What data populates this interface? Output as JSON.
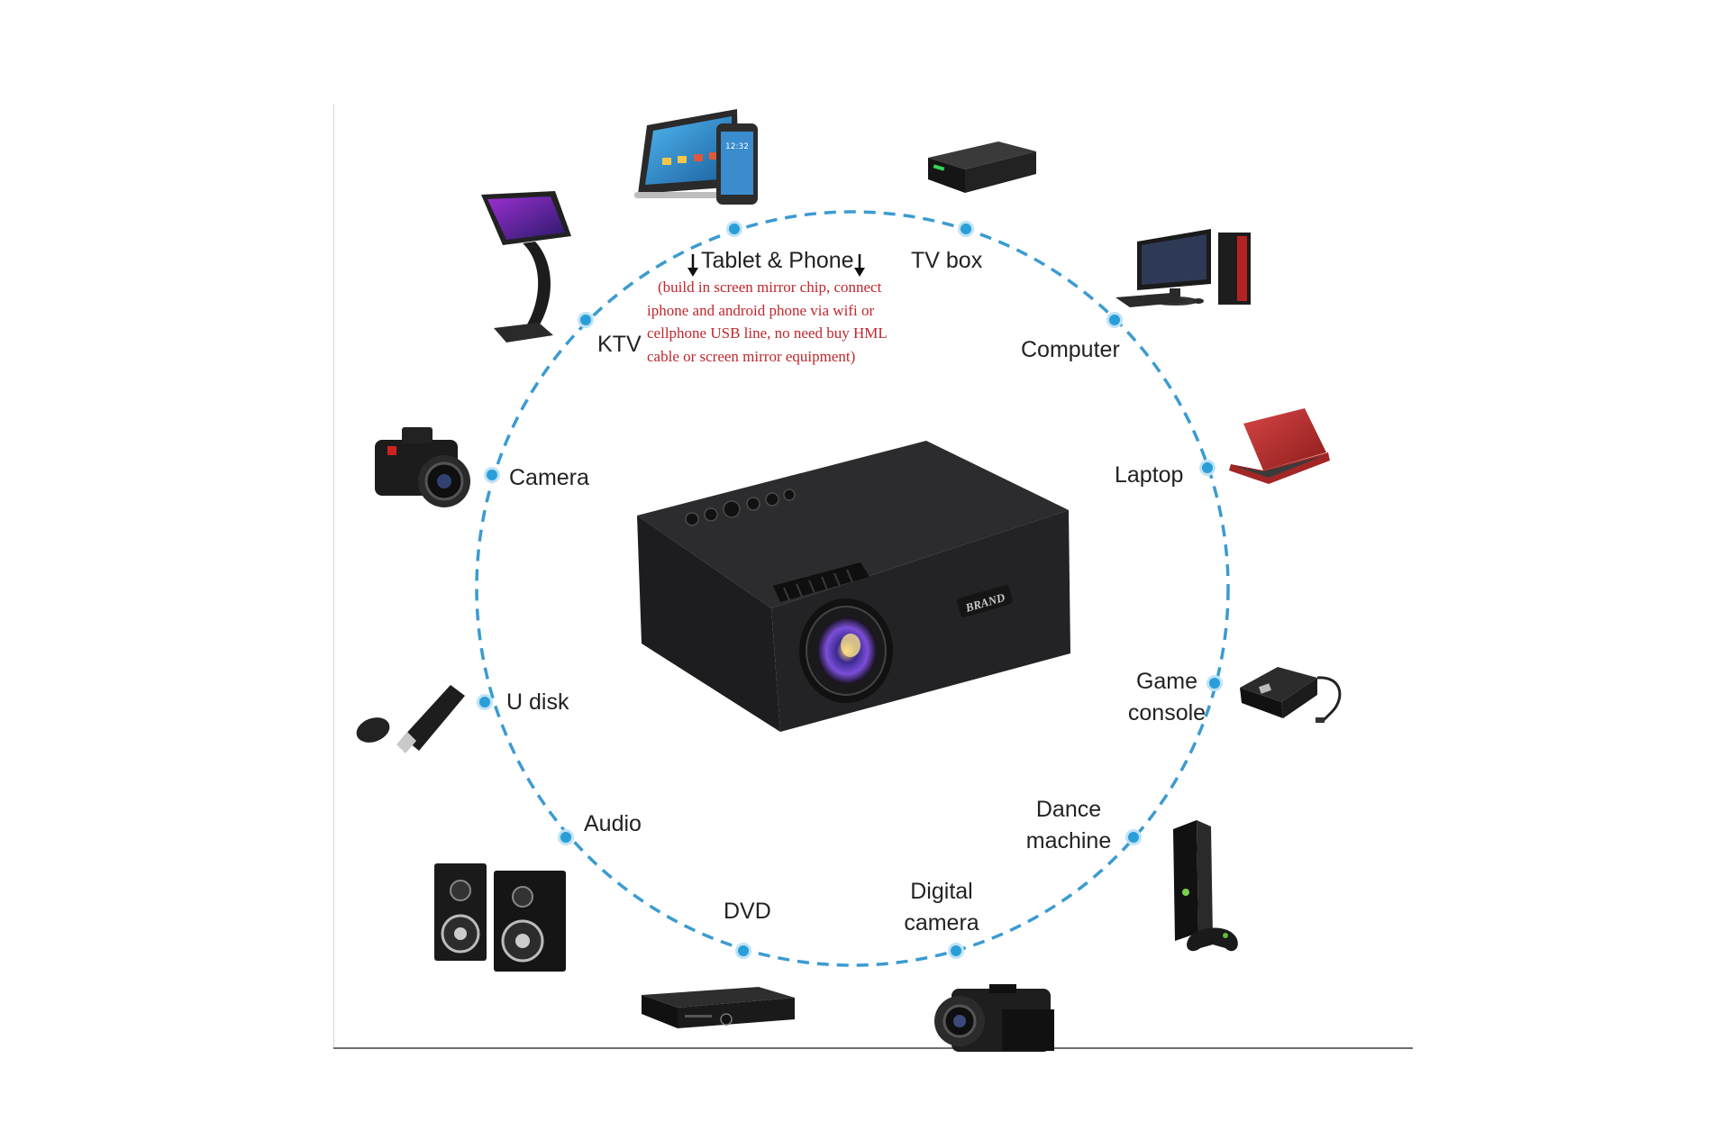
{
  "hub": {
    "device": "projector",
    "brand_label": "BRAND"
  },
  "connection_ring": {
    "line_color": "#3b9bd1",
    "dot_color": "#2a9ed8",
    "style": "dashed"
  },
  "sources": [
    {
      "id": "tablet-phone",
      "label": "Tablet & Phone",
      "icon": "tablet-phone-icon"
    },
    {
      "id": "tv-box",
      "label": "TV box",
      "icon": "tv-box-icon"
    },
    {
      "id": "computer",
      "label": "Computer",
      "icon": "desktop-computer-icon"
    },
    {
      "id": "laptop",
      "label": "Laptop",
      "icon": "laptop-icon"
    },
    {
      "id": "game-console",
      "label_lines": [
        "Game",
        "console"
      ],
      "icon": "external-drive-icon"
    },
    {
      "id": "dance-machine",
      "label_lines": [
        "Dance",
        "machine"
      ],
      "icon": "console-tower-icon"
    },
    {
      "id": "digital-camera",
      "label_lines": [
        "Digital",
        "camera"
      ],
      "icon": "camcorder-icon"
    },
    {
      "id": "dvd",
      "label": "DVD",
      "icon": "dvd-player-icon"
    },
    {
      "id": "audio",
      "label": "Audio",
      "icon": "speakers-icon"
    },
    {
      "id": "u-disk",
      "label": "U disk",
      "icon": "usb-drive-icon"
    },
    {
      "id": "camera",
      "label": "Camera",
      "icon": "dslr-camera-icon"
    },
    {
      "id": "ktv",
      "label": "KTV",
      "icon": "karaoke-kiosk-icon"
    }
  ],
  "mirror_note": {
    "color": "#c0262c",
    "lines": [
      "(build in screen mirror chip, connect",
      "iphone and android phone via wifi or",
      "cellphone USB line, no need buy HML",
      "cable or screen mirror equipment)"
    ]
  }
}
